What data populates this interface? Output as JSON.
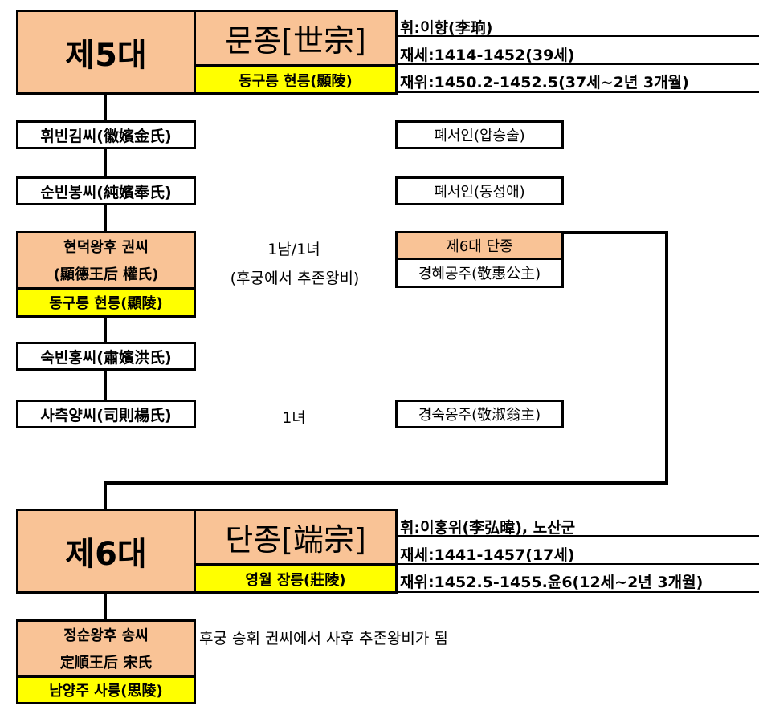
{
  "gen5": {
    "label": "제5대",
    "name": "문종[世宗]",
    "tomb": "동구릉 현릉(顯陵)",
    "info_hwi": "휘:이향(李珦)",
    "info_life": "재세:1414-1452(39세)",
    "info_reign": "재위:1450.2-1452.5(37세~2년 3개월)"
  },
  "consorts5": [
    {
      "name": "휘빈김씨(徽嬪金氏)",
      "child": "폐서인(압승술)"
    },
    {
      "name": "순빈봉씨(純嬪奉氏)",
      "child": "폐서인(동성애)"
    },
    {
      "name_line1": "현덕왕후 권씨",
      "name_line2": "(顯德王后 權氏)",
      "tomb": "동구릉 현릉(顯陵)",
      "children_count": "1남/1녀",
      "note": "(후궁에서 추존왕비)",
      "child1": "제6대 단종",
      "child2": "경혜공주(敬惠公主)"
    },
    {
      "name": "숙빈홍씨(肅嬪洪氏)"
    },
    {
      "name": "사측양씨(司則楊氏)",
      "children_count": "1녀",
      "child": "경숙옹주(敬淑翁主)"
    }
  ],
  "gen6": {
    "label": "제6대",
    "name": "단종[端宗]",
    "tomb": "영월 장릉(莊陵)",
    "info_hwi": "휘:이홍위(李弘暐), 노산군",
    "info_life": "재세:1441-1457(17세)",
    "info_reign": "재위:1452.5-1455.윤6(12세~2년 3개월)"
  },
  "consort6": {
    "name_line1": "정순왕후 송씨",
    "name_line2": "定順王后 宋氏",
    "tomb": "남양주 사릉(思陵)",
    "note": "후궁 승휘 권씨에서 사후 추존왕비가 됨"
  },
  "colors": {
    "peach": "#f9c396",
    "yellow": "#ffff00",
    "line": "#000000"
  }
}
